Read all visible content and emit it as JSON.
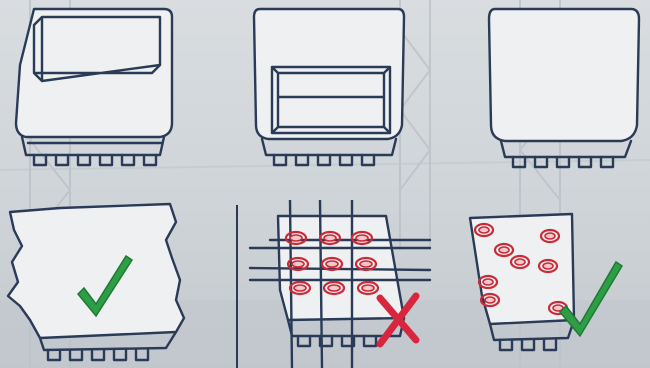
{
  "scene": "concrete-slab-cutting-method-diagram",
  "colors": {
    "outline": "#2a3b57",
    "hole": "#cc2a36",
    "check": "#2e9e46",
    "cross": "#d7263d",
    "background": "#d3d8dc"
  },
  "panels": [
    {
      "id": "top-left",
      "cut": "rectangular-opening-at-top-edge",
      "verdict": "none"
    },
    {
      "id": "top-middle",
      "cut": "rectangular-opening-at-bottom-center",
      "verdict": "none"
    },
    {
      "id": "top-right",
      "cut": "uncut-slab",
      "verdict": "none"
    },
    {
      "id": "bottom-left",
      "cut": "irregular-notched-edges",
      "verdict": "correct",
      "mark_icon": "check-icon"
    },
    {
      "id": "bottom-middle",
      "cut": "grid-of-holes-with-cross-lines",
      "verdict": "incorrect",
      "mark_icon": "cross-icon",
      "hole_count": 9
    },
    {
      "id": "bottom-right",
      "cut": "scattered-holes",
      "verdict": "correct",
      "mark_icon": "check-icon",
      "hole_count": 8
    }
  ]
}
